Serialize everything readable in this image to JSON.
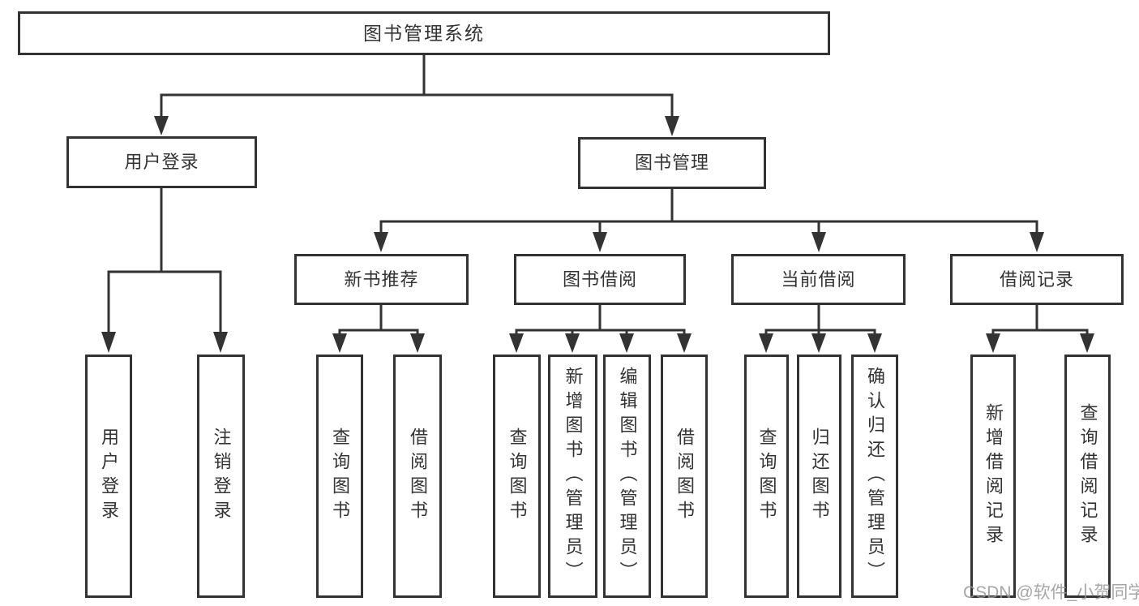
{
  "diagram": {
    "title": "图书管理系统",
    "branches": [
      {
        "label": "用户登录",
        "children": [
          "用户登录",
          "注销登录"
        ]
      },
      {
        "label": "图书管理",
        "children": [
          {
            "label": "新书推荐",
            "children": [
              "查询图书",
              "借阅图书"
            ]
          },
          {
            "label": "图书借阅",
            "children": [
              "查询图书",
              "新增图书（管理员）",
              "编辑图书（管理员）",
              "借阅图书"
            ]
          },
          {
            "label": "当前借阅",
            "children": [
              "查询图书",
              "归还图书",
              "确认归还（管理员）"
            ]
          },
          {
            "label": "借阅记录",
            "children": [
              "新增借阅记录",
              "查询借阅记录"
            ]
          }
        ]
      }
    ]
  },
  "watermark": {
    "text": "CSDN @软件_小贺同学"
  },
  "colors": {
    "line": "#333333",
    "box_border": "#333333",
    "box_fill": "#ffffff",
    "text": "#333333",
    "watermark": "#969696",
    "background": "#ffffff"
  }
}
